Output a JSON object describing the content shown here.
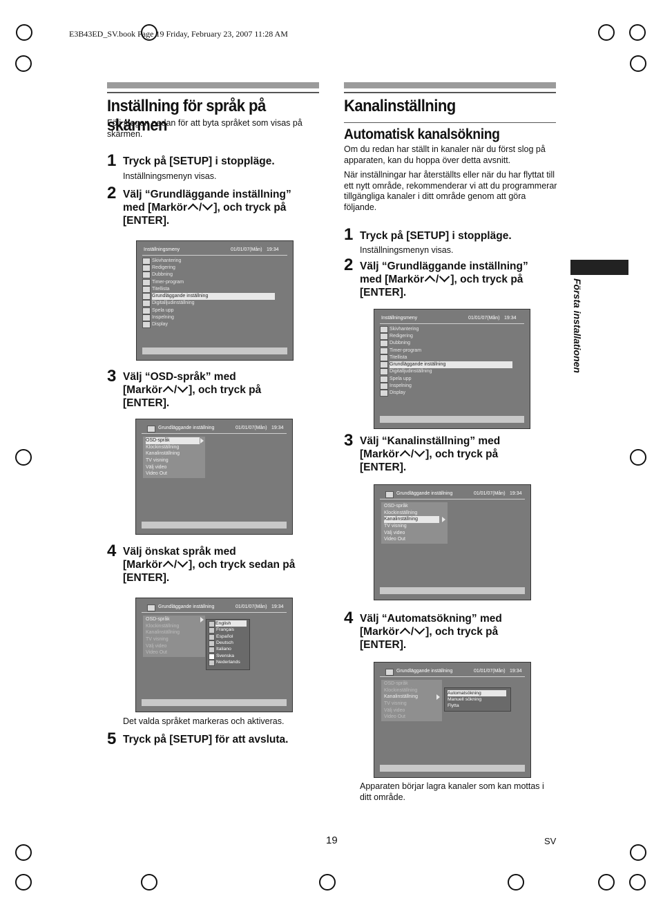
{
  "header": "E3B43ED_SV.book  Page 19  Friday, February 23, 2007  11:28 AM",
  "left": {
    "title": "Inställning för språk på skärmen",
    "intro": "Följ stegen nedan för att byta språket som visas på skärmen.",
    "steps": [
      {
        "num": "1",
        "text": "Tryck på [SETUP] i stoppläge.",
        "sub": "Inställningsmenyn visas."
      },
      {
        "num": "2",
        "text_a": "Välj “Grundläggande inställning”",
        "text_b": "med [Markör",
        "text_c": "/",
        "text_d": "], och tryck på",
        "text_e": "[ENTER]."
      },
      {
        "num": "3",
        "text_a": "Välj “OSD-språk” med",
        "text_b": "[Markör",
        "text_c": "/",
        "text_d": "], och tryck på",
        "text_e": "[ENTER]."
      },
      {
        "num": "4",
        "text_a": "Välj önskat språk med",
        "text_b": "[Markör",
        "text_c": "/",
        "text_d": "], och tryck sedan på",
        "text_e": "[ENTER]."
      },
      {
        "num": "5",
        "text": "Tryck på [SETUP] för att avsluta."
      }
    ],
    "note": "Det valda språket markeras och aktiveras."
  },
  "right": {
    "title": "Kanalinställning",
    "subtitle": "Automatisk kanalsökning",
    "p1": "Om du redan har ställt in kanaler när du först slog på apparaten, kan du hoppa över detta avsnitt.",
    "p2": "När inställningar har återställts eller när du har flyttat till ett nytt område, rekommenderar vi att du programmerar tillgängliga kanaler i ditt område genom att göra följande.",
    "steps": [
      {
        "num": "1",
        "text": "Tryck på [SETUP] i stoppläge.",
        "sub": "Inställningsmenyn visas."
      },
      {
        "num": "2",
        "text_a": "Välj “Grundläggande inställning”",
        "text_b": "med [Markör",
        "text_c": "/",
        "text_d": "], och tryck på",
        "text_e": "[ENTER]."
      },
      {
        "num": "3",
        "text_a": "Välj “Kanalinställning” med",
        "text_b": "[Markör",
        "text_c": "/",
        "text_d": "], och tryck på",
        "text_e": "[ENTER]."
      },
      {
        "num": "4",
        "text_a": "Välj “Automatsökning” med",
        "text_b": "[Markör",
        "text_c": "/",
        "text_d": "], och tryck på",
        "text_e": "[ENTER]."
      }
    ],
    "note": "Apparaten börjar lagra kanaler som kan mottas i ditt område."
  },
  "sidebar_label": "Första installationen",
  "page_number": "19",
  "lang_code": "SV",
  "screens": {
    "setup_title": "Inställningsmeny",
    "basic_title": "Grundläggande inställning",
    "date": "01/01/07(Mån)",
    "time": "19:34",
    "setup_items": [
      "Skivhantering",
      "Redigering",
      "Dubbning",
      "Timer-program",
      "Titellista",
      "Grundläggande inställning",
      "Digitalljudinställning",
      "Spela upp",
      "Inspelning",
      "Display"
    ],
    "basic_items": [
      "OSD-språk",
      "Klockinställning",
      "Kanalinställning",
      "TV visning",
      "Välj video",
      "Video Out"
    ],
    "languages": [
      "English",
      "Français",
      "Español",
      "Deutsch",
      "Italiano",
      "Svenska",
      "Nederlands"
    ],
    "channel_options": [
      "Automatsökning",
      "Manuell sökning",
      "Flytta"
    ]
  }
}
